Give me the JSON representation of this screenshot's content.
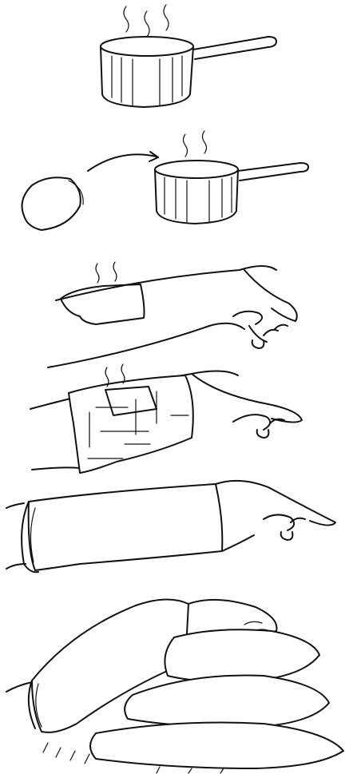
{
  "illustration": {
    "panels": [
      {
        "name": "pot-of-water"
      },
      {
        "name": "cloth-into-pot"
      },
      {
        "name": "compress-on-arm"
      },
      {
        "name": "plastic-wrap-on-arm"
      },
      {
        "name": "towel-wrap-on-arm"
      },
      {
        "name": "arm-resting-on-pillows"
      }
    ],
    "ink_color": "#111111",
    "background_color": "#ffffff"
  }
}
